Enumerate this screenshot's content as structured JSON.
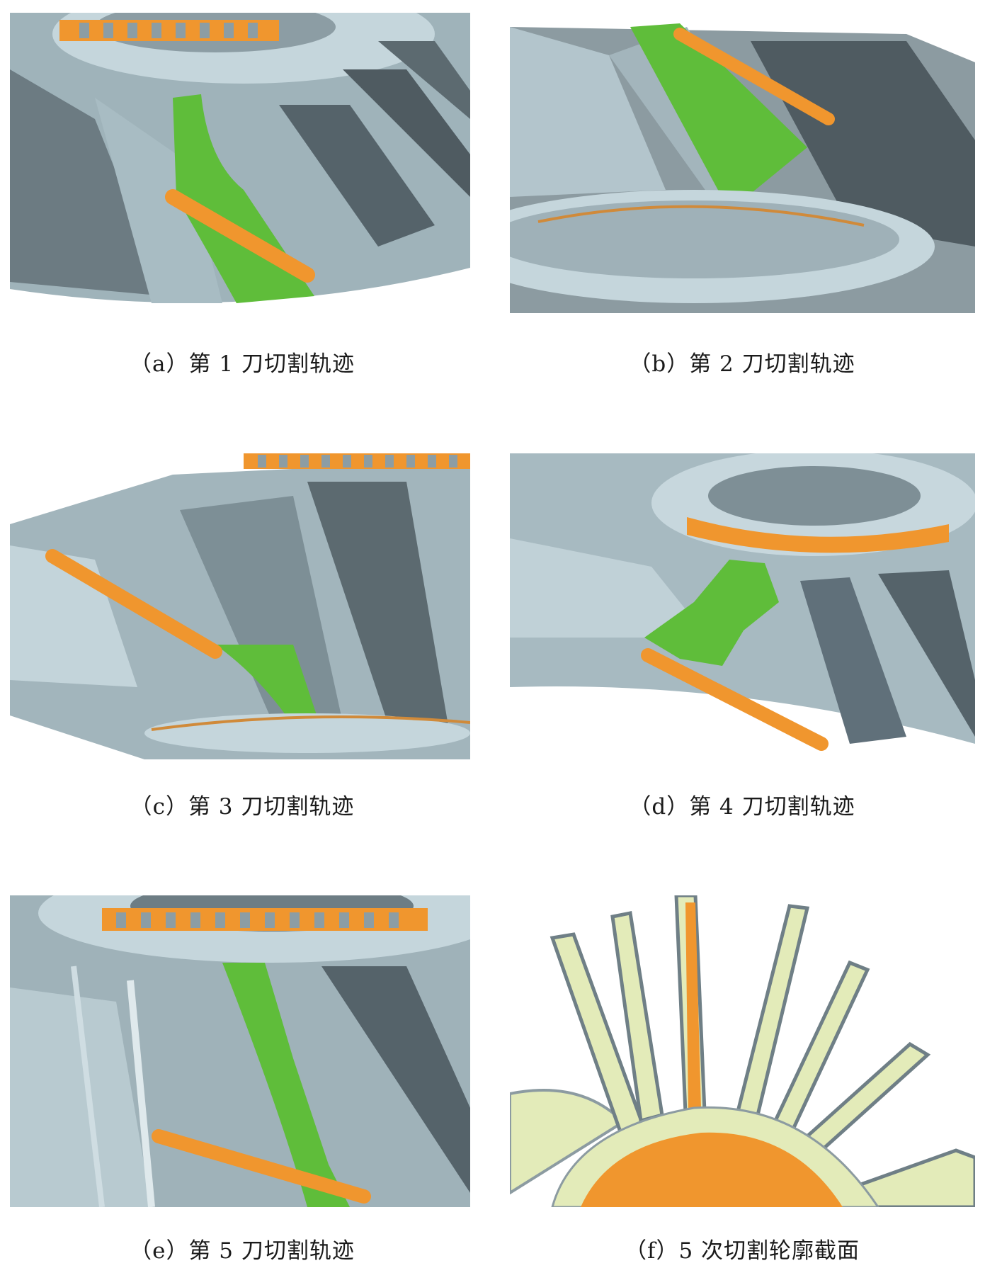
{
  "figure": {
    "captions": {
      "a": "（a）第 1 刀切割轨迹",
      "b": "（b）第 2 刀切割轨迹",
      "c": "（c）第 3 刀切割轨迹",
      "d": "（d）第 4 刀切割轨迹",
      "e": "（e）第 5 刀切割轨迹",
      "f": "（f）5 次切割轮廓截面"
    }
  },
  "colors": {
    "blade_light": "#b9ccd3",
    "blade_mid": "#8fa3ab",
    "blade_dark": "#4f5b61",
    "cut_surface_green": "#5fbd3a",
    "tool_orange": "#f0962e",
    "section_fill": "#e3ebb9"
  }
}
